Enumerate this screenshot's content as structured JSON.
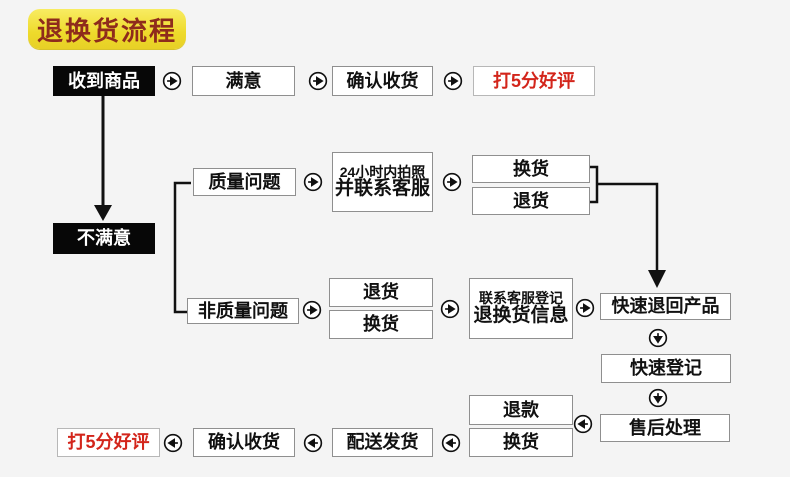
{
  "title": {
    "label": "退换货流程"
  },
  "colors": {
    "background": "#f4f4f4",
    "badge_yellow": "#eeda2b",
    "badge_text": "#8e2b1c",
    "black_node_bg": "#070707",
    "node_border": "#8f8f8f",
    "highlight_red_text": "#d3251b",
    "connector_black": "#111111"
  },
  "icons": {
    "circle_arrow_right": "➤ inside circle (flow to next step)",
    "circle_arrow_down": "➤ rotated 90° inside circle (flow downward)",
    "circle_arrow_left": "➤ rotated 180° inside circle (flow to previous step)"
  },
  "nodes": {
    "received": {
      "label": "收到商品"
    },
    "satisfied": {
      "label": "满意"
    },
    "confirm_receipt_top": {
      "label": "确认收货"
    },
    "five_star_top": {
      "label": "打5分好评"
    },
    "unsatisfied": {
      "label": "不满意"
    },
    "quality_issue": {
      "label": "质量问题"
    },
    "photo_24h": {
      "line1": "24小时内拍照",
      "line2": "并联系客服"
    },
    "exchange_quality": {
      "label": "换货"
    },
    "return_quality": {
      "label": "退货"
    },
    "non_quality_issue": {
      "label": "非质量问题"
    },
    "return_non_quality": {
      "label": "退货"
    },
    "exchange_non_quality": {
      "label": "换货"
    },
    "contact_register": {
      "line1": "联系客服登记",
      "line2": "退换货信息"
    },
    "quick_return_product": {
      "label": "快速退回产品"
    },
    "quick_register": {
      "label": "快速登记"
    },
    "after_sale_processing": {
      "label": "售后处理"
    },
    "refund": {
      "label": "退款"
    },
    "exchange_bottom": {
      "label": "换货"
    },
    "delivery": {
      "label": "配送发货"
    },
    "confirm_receipt_bottom": {
      "label": "确认收货"
    },
    "five_star_bottom": {
      "label": "打5分好评"
    }
  }
}
